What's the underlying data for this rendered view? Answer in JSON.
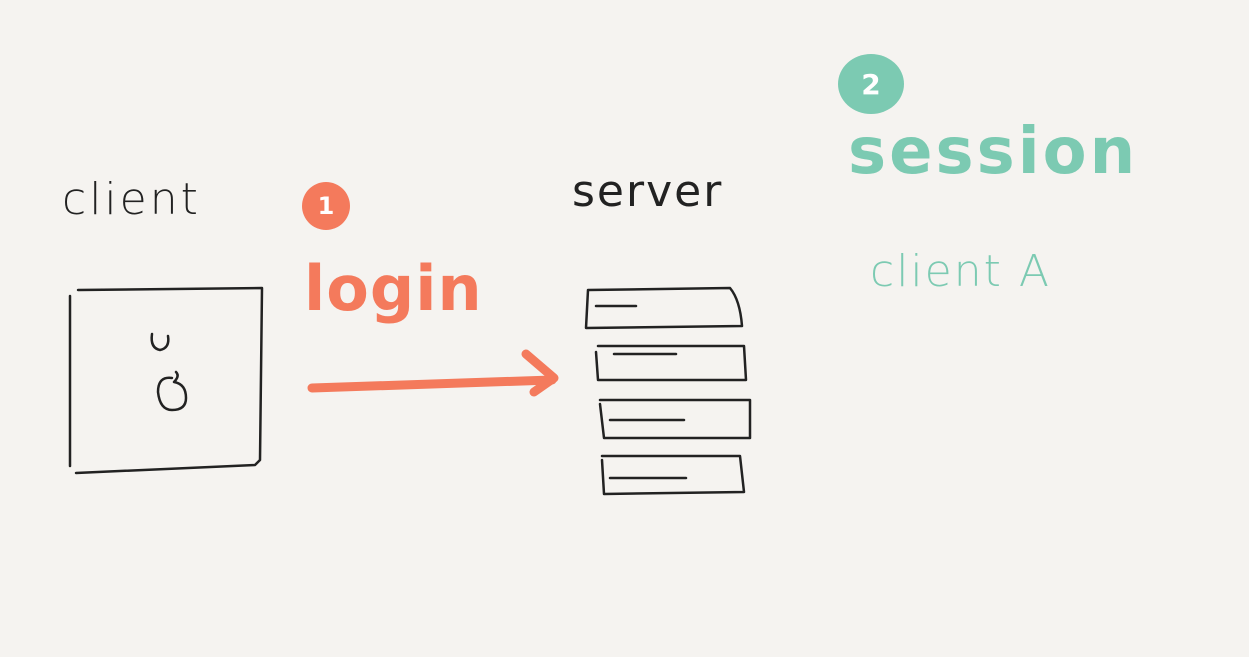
{
  "diagram": {
    "client_label": "client",
    "server_label": "server",
    "step1_number": "1",
    "step1_label": "login",
    "step2_number": "2",
    "step2_label": "session",
    "session_entry": "client A"
  },
  "colors": {
    "ink": "#222222",
    "login_accent": "#f47a5c",
    "session_accent": "#7ccab2",
    "background": "#f5f3f0"
  }
}
